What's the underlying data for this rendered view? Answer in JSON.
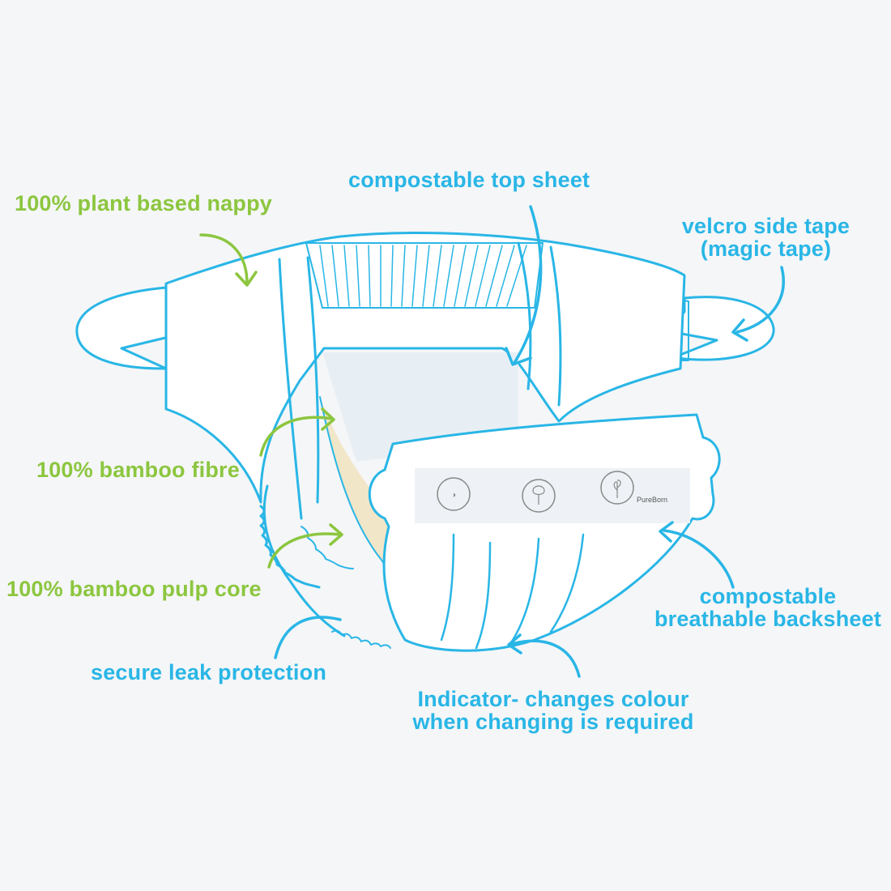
{
  "colors": {
    "background": "#f5f6f8",
    "outline": "#29b6e6",
    "green_label": "#8cc63f",
    "blue_label": "#29b6e6",
    "core_pad": "#f2e6c8",
    "absorbent_area": "#e7eff5"
  },
  "labels": {
    "plant_based": "100% plant based nappy",
    "top_sheet": "compostable top sheet",
    "velcro_line1": "velcro side tape",
    "velcro_line2": "(magic tape)",
    "bamboo_fibre": "100% bamboo fibre",
    "bamboo_pulp": "100% bamboo pulp core",
    "leak_protection": "secure leak protection",
    "backsheet_line1": "compostable",
    "backsheet_line2": "breathable backsheet",
    "indicator_line1": "Indicator- changes colour",
    "indicator_line2": "when changing is required"
  },
  "brand": {
    "name": "PureBorn"
  },
  "icons": [
    "compostable-badge-icon",
    "tree-heart-badge-icon",
    "plant-badge-icon"
  ]
}
